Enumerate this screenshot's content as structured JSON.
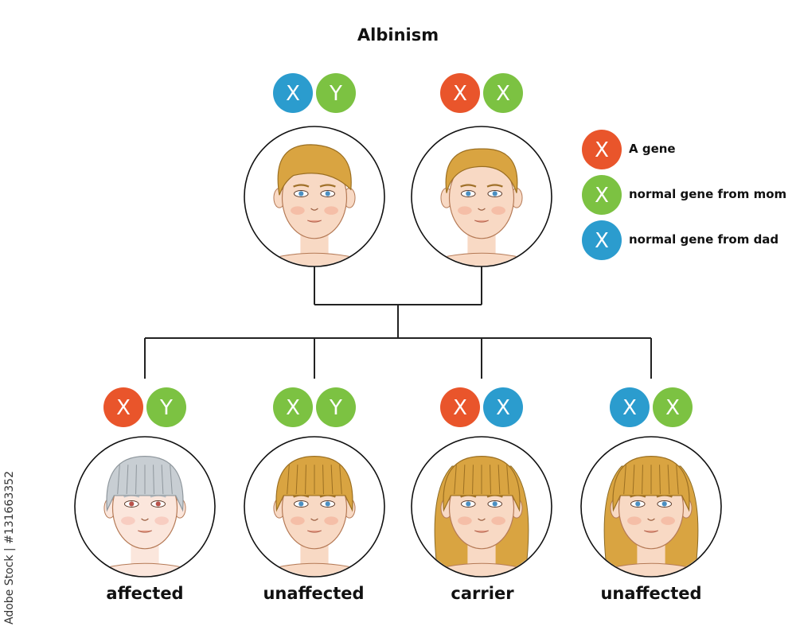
{
  "title": "Albinism",
  "colors": {
    "a_gene": "#e9552b",
    "normal_mom": "#7cc242",
    "normal_dad": "#2b9cce",
    "line": "#222222"
  },
  "legend": [
    {
      "key": "a_gene",
      "letter": "X",
      "label": "A gene"
    },
    {
      "key": "normal_mom",
      "letter": "X",
      "label": "normal gene from mom"
    },
    {
      "key": "normal_dad",
      "letter": "X",
      "label": "normal gene from dad"
    }
  ],
  "parents": [
    {
      "id": "father",
      "chromosomes": [
        {
          "letter": "X",
          "key": "normal_dad"
        },
        {
          "letter": "Y",
          "key": "normal_mom"
        }
      ]
    },
    {
      "id": "mother",
      "chromosomes": [
        {
          "letter": "X",
          "key": "a_gene"
        },
        {
          "letter": "X",
          "key": "normal_mom"
        }
      ]
    }
  ],
  "children": [
    {
      "id": "son-affected",
      "label": "affected",
      "chromosomes": [
        {
          "letter": "X",
          "key": "a_gene"
        },
        {
          "letter": "Y",
          "key": "normal_mom"
        }
      ]
    },
    {
      "id": "son-unaffected",
      "label": "unaffected",
      "chromosomes": [
        {
          "letter": "X",
          "key": "normal_mom"
        },
        {
          "letter": "Y",
          "key": "normal_mom"
        }
      ]
    },
    {
      "id": "daughter-carrier",
      "label": "carrier",
      "chromosomes": [
        {
          "letter": "X",
          "key": "a_gene"
        },
        {
          "letter": "X",
          "key": "normal_dad"
        }
      ]
    },
    {
      "id": "daughter-unaffected",
      "label": "unaffected",
      "chromosomes": [
        {
          "letter": "X",
          "key": "normal_dad"
        },
        {
          "letter": "X",
          "key": "normal_mom"
        }
      ]
    }
  ],
  "watermark": "Adobe Stock | #131663352"
}
